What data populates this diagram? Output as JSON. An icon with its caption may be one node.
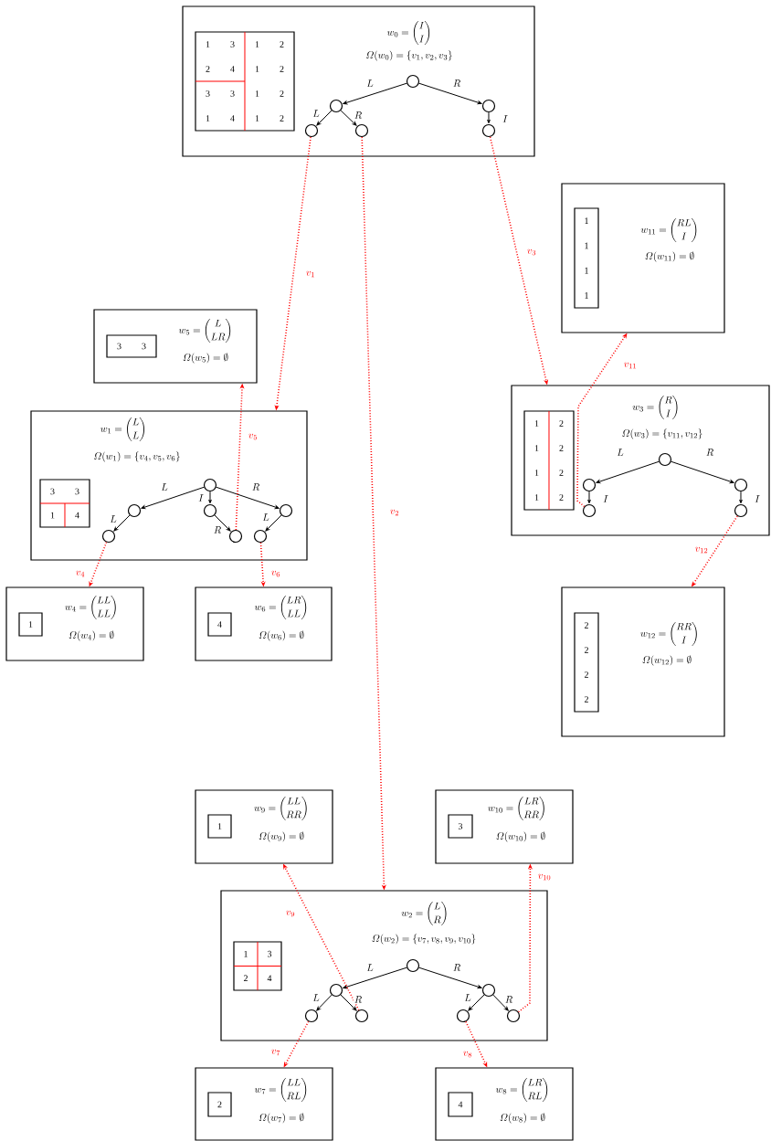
{
  "diagram": {
    "nodes": [
      {
        "text": [
          "w_{0} = \\binom{I}{I}",
          "\\varOmega(w_{0}) = \\{v_{1}, v_{2}, v_{3}\\}"
        ]
      },
      {
        "text": [
          "1",
          "3",
          "1",
          "2",
          "2",
          "4",
          "1",
          "2",
          "3",
          "3",
          "1",
          "2",
          "1",
          "4",
          "1",
          "2"
        ],
        "in": 0
      },
      {
        "text": [],
        "shape": "circle",
        "in": 0
      },
      {
        "text": [],
        "shape": "circle",
        "in": 0
      },
      {
        "text": [],
        "shape": "circle",
        "in": 0
      },
      {
        "text": [],
        "shape": "circle",
        "in": 0
      },
      {
        "text": [],
        "shape": "circle",
        "in": 0
      },
      {
        "text": [],
        "shape": "circle",
        "in": 0
      },
      {
        "text": [
          "w_{11} = \\binom{RL}{I}",
          "\\varOmega(w_{11}) = \\emptyset"
        ]
      },
      {
        "text": [
          "1",
          "1",
          "1",
          "1"
        ],
        "in": 8
      },
      {
        "text": [
          "w_{5} = \\binom{L}{LR}",
          "\\varOmega(w_{5}) = \\emptyset"
        ]
      },
      {
        "text": [
          "3",
          "3"
        ],
        "in": 10
      },
      {
        "text": [
          "w_{1} = \\binom{L}{L}",
          "\\varOmega(w_{1}) = \\{v_{4}, v_{5}, v_{6}\\}"
        ]
      },
      {
        "text": [
          "3",
          "3",
          "1",
          "4"
        ],
        "in": 12
      },
      {
        "text": [],
        "shape": "circle",
        "in": 12
      },
      {
        "text": [],
        "shape": "circle",
        "in": 12
      },
      {
        "text": [],
        "shape": "circle",
        "in": 12
      },
      {
        "text": [],
        "shape": "circle",
        "in": 12
      },
      {
        "text": [],
        "shape": "circle",
        "in": 12
      },
      {
        "text": [],
        "shape": "circle",
        "in": 12
      },
      {
        "text": [],
        "shape": "circle",
        "in": 12
      },
      {
        "text": [
          "w_{3} = \\binom{R}{I}",
          "\\varOmega(w_{3}) = \\{v_{11}, v_{12}\\}"
        ]
      },
      {
        "text": [
          "1",
          "2",
          "1",
          "2",
          "1",
          "2",
          "1",
          "2"
        ],
        "in": 21
      },
      {
        "text": [],
        "shape": "circle",
        "in": 21
      },
      {
        "text": [],
        "shape": "circle",
        "in": 21
      },
      {
        "text": [],
        "shape": "circle",
        "in": 21
      },
      {
        "text": [],
        "shape": "circle",
        "in": 21
      },
      {
        "text": [],
        "shape": "circle",
        "in": 21
      },
      {
        "text": [
          "w_{4} = \\binom{LL}{LL}",
          "\\varOmega(w_{4}) = \\emptyset"
        ]
      },
      {
        "text": [
          "1"
        ],
        "in": 28
      },
      {
        "text": [
          "w_{6} = \\binom{LR}{LL}",
          "\\varOmega(w_{6}) = \\emptyset"
        ]
      },
      {
        "text": [
          "4"
        ],
        "in": 30
      },
      {
        "text": [
          "w_{12} = \\binom{RR}{I}",
          "\\varOmega(w_{12}) = \\emptyset"
        ]
      },
      {
        "text": [
          "2",
          "2",
          "2",
          "2"
        ],
        "in": 32
      },
      {
        "text": [
          "w_{9} = \\binom{LL}{RR}",
          "\\varOmega(w_{9}) = \\emptyset"
        ]
      },
      {
        "text": [
          "1"
        ],
        "in": 34
      },
      {
        "text": [
          "w_{10} = \\binom{LR}{RR}",
          "\\varOmega(w_{10}) = \\emptyset"
        ]
      },
      {
        "text": [
          "3"
        ],
        "in": 36
      },
      {
        "text": [
          "w_{2} = \\binom{L}{R}",
          "\\varOmega(w_{2}) = \\{v_{7}, v_{8}, v_{9}, v_{10}\\}"
        ]
      },
      {
        "text": [
          "1",
          "3",
          "2",
          "4"
        ],
        "in": 38
      },
      {
        "text": [],
        "shape": "circle",
        "in": 38
      },
      {
        "text": [],
        "shape": "circle",
        "in": 38
      },
      {
        "text": [],
        "shape": "circle",
        "in": 38
      },
      {
        "text": [],
        "shape": "circle",
        "in": 38
      },
      {
        "text": [],
        "shape": "circle",
        "in": 38
      },
      {
        "text": [],
        "shape": "circle",
        "in": 38
      },
      {
        "text": [],
        "shape": "circle",
        "in": 38
      },
      {
        "text": [
          "w_{7} = \\binom{LL}{RL}",
          "\\varOmega(w_{7}) = \\emptyset"
        ]
      },
      {
        "text": [
          "2"
        ],
        "in": 47
      },
      {
        "text": [
          "w_{8} = \\binom{LR}{RL}",
          "\\varOmega(w_{8}) = \\emptyset"
        ]
      },
      {
        "text": [
          "4"
        ],
        "in": 49
      }
    ],
    "edges": [
      {
        "from": 2,
        "to": 3,
        "arrow": "to",
        "label": "L"
      },
      {
        "from": 2,
        "to": 4,
        "arrow": "to",
        "label": "R"
      },
      {
        "from": 3,
        "to": 5,
        "arrow": "to",
        "label": "L"
      },
      {
        "from": 3,
        "to": 6,
        "arrow": "to",
        "label": "R"
      },
      {
        "from": 4,
        "to": 7,
        "arrow": "to",
        "label": "I"
      },
      {
        "from": 14,
        "to": 15,
        "arrow": "to",
        "label": "L"
      },
      {
        "from": 14,
        "to": 16,
        "arrow": "to",
        "label": "I"
      },
      {
        "from": 14,
        "to": 17,
        "arrow": "to",
        "label": "R"
      },
      {
        "from": 15,
        "to": 18,
        "arrow": "to",
        "label": "L"
      },
      {
        "from": 16,
        "to": 19,
        "arrow": "to",
        "label": "R"
      },
      {
        "from": 17,
        "to": 20,
        "arrow": "to",
        "label": "L"
      },
      {
        "from": 23,
        "to": 24,
        "arrow": "to",
        "label": "L"
      },
      {
        "from": 23,
        "to": 25,
        "arrow": "to",
        "label": "R"
      },
      {
        "from": 24,
        "to": 26,
        "arrow": "to",
        "label": "I"
      },
      {
        "from": 25,
        "to": 27,
        "arrow": "to",
        "label": "I"
      },
      {
        "from": 40,
        "to": 41,
        "arrow": "to",
        "label": "L"
      },
      {
        "from": 40,
        "to": 42,
        "arrow": "to",
        "label": "R"
      },
      {
        "from": 41,
        "to": 43,
        "arrow": "to",
        "label": "L"
      },
      {
        "from": 41,
        "to": 44,
        "arrow": "to",
        "label": "R"
      },
      {
        "from": 42,
        "to": 45,
        "arrow": "to",
        "label": "L"
      },
      {
        "from": 42,
        "to": 46,
        "arrow": "to",
        "label": "R"
      },
      {
        "from": 5,
        "to": 12,
        "arrow": "to",
        "label": "v_{1}",
        "style": "dashed",
        "color": "#ff0000"
      },
      {
        "from": 6,
        "to": 38,
        "arrow": "to",
        "label": "v_{2}",
        "style": "dashed",
        "color": "#ff0000"
      },
      {
        "from": 7,
        "to": 21,
        "arrow": "to",
        "label": "v_{3}",
        "style": "dashed",
        "color": "#ff0000"
      },
      {
        "from": 18,
        "to": 28,
        "arrow": "to",
        "label": "v_{4}",
        "style": "dashed",
        "color": "#ff0000"
      },
      {
        "from": 19,
        "to": 10,
        "arrow": "to",
        "label": "v_{5}",
        "style": "dashed",
        "color": "#ff0000"
      },
      {
        "from": 20,
        "to": 30,
        "arrow": "to",
        "label": "v_{6}",
        "style": "dashed",
        "color": "#ff0000"
      },
      {
        "from": 43,
        "to": 47,
        "arrow": "to",
        "label": "v_{7}",
        "style": "dashed",
        "color": "#ff0000"
      },
      {
        "from": 45,
        "to": 49,
        "arrow": "to",
        "label": "v_{8}",
        "style": "dashed",
        "color": "#ff0000"
      },
      {
        "from": 44,
        "to": 34,
        "arrow": "to",
        "label": "v_{9}",
        "style": "dashed",
        "color": "#ff0000"
      },
      {
        "from": 46,
        "to": 36,
        "arrow": "to",
        "label": "v_{10}",
        "style": "dashed",
        "color": "#ff0000"
      },
      {
        "from": 26,
        "to": 8,
        "arrow": "to",
        "label": "v_{11}",
        "style": "dashed",
        "color": "#ff0000"
      },
      {
        "from": 27,
        "to": 32,
        "arrow": "to",
        "label": "v_{12}",
        "style": "dashed",
        "color": "#ff0000"
      }
    ]
  }
}
